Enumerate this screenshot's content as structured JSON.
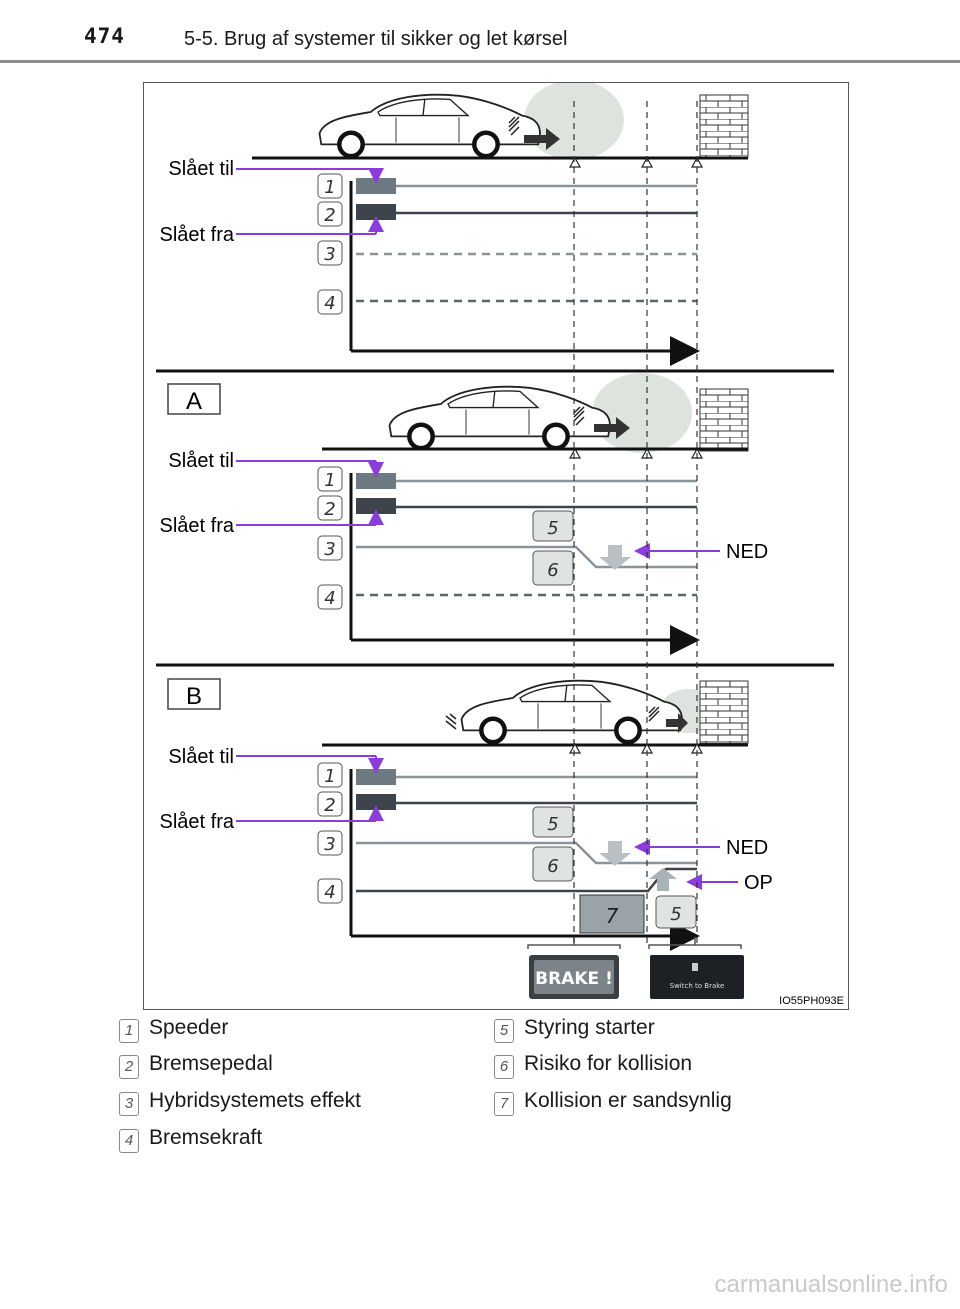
{
  "header": {
    "page_number": "474",
    "section_title": "5-5. Brug af systemer til sikker og let kørsel"
  },
  "figure": {
    "panel_labels": [
      "A",
      "B"
    ],
    "on_label": "Slået til",
    "off_label": "Slået fra",
    "down_label": "NED",
    "up_label": "OP",
    "numbers": [
      "1",
      "2",
      "3",
      "4",
      "5",
      "6",
      "7"
    ],
    "brake_screen": "BRAKE !",
    "switch_screen": "Switch to Brake",
    "figure_code": "IO55PH093E"
  },
  "legend": {
    "left": [
      {
        "num": "1",
        "label": "Speeder"
      },
      {
        "num": "2",
        "label": "Bremsepedal"
      },
      {
        "num": "3",
        "label": "Hybridsystemets effekt"
      },
      {
        "num": "4",
        "label": "Bremsekraft"
      }
    ],
    "right": [
      {
        "num": "5",
        "label": "Styring starter"
      },
      {
        "num": "6",
        "label": "Risiko for kollision"
      },
      {
        "num": "7",
        "label": "Kollision er sandsynlig"
      }
    ]
  },
  "colors": {
    "arrow": "#8a3ddb",
    "bar_light": "#6e7a82",
    "bar_dark": "#3d444c",
    "line": "#8a939a"
  },
  "watermark": "carmanualsonline.info"
}
